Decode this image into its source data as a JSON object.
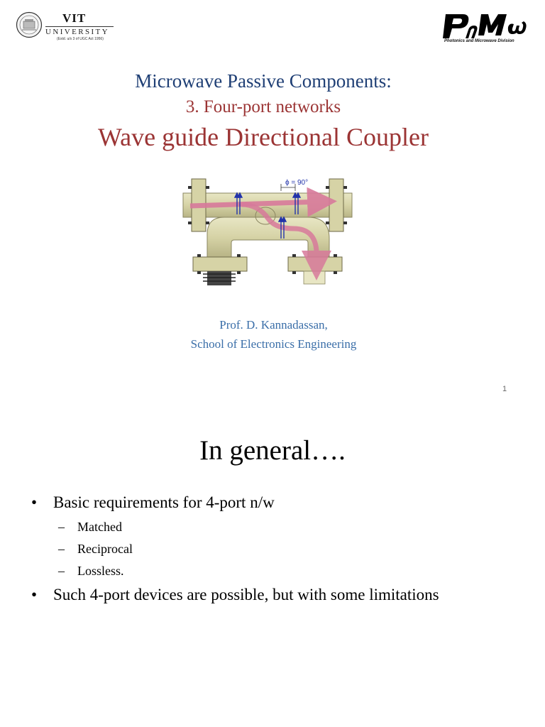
{
  "logos": {
    "vit": {
      "name": "VIT",
      "university": "UNIVERSITY",
      "subtitle": "(Estd. u/s 3 of UGC Act 1956)"
    },
    "pmw": {
      "symbol": "PηMω",
      "caption": "Photonics and Microwave Division"
    }
  },
  "slide1": {
    "title_line1": "Microwave Passive Components:",
    "title_line2": "3. Four-port networks",
    "title_line3": "Wave guide Directional Coupler",
    "figure": {
      "phase_label": "ϕ = 90°"
    },
    "author": "Prof. D. Kannadassan,",
    "department": "School of Electronics Engineering",
    "slide_number": "1"
  },
  "slide2": {
    "title": "In general….",
    "bullets": [
      {
        "text": "Basic requirements for 4-port n/w",
        "subitems": [
          "Matched",
          "Reciprocal",
          "Lossless."
        ]
      },
      {
        "text": "Such 4-port devices are possible, but with some limitations"
      }
    ]
  },
  "colors": {
    "title_blue": "#1f3f75",
    "title_red": "#9b3434",
    "author_blue": "#3a6ea8",
    "waveguide": "#d6d3a6",
    "flow_arrow": "#d87a9b",
    "field_arrow": "#2233aa"
  }
}
